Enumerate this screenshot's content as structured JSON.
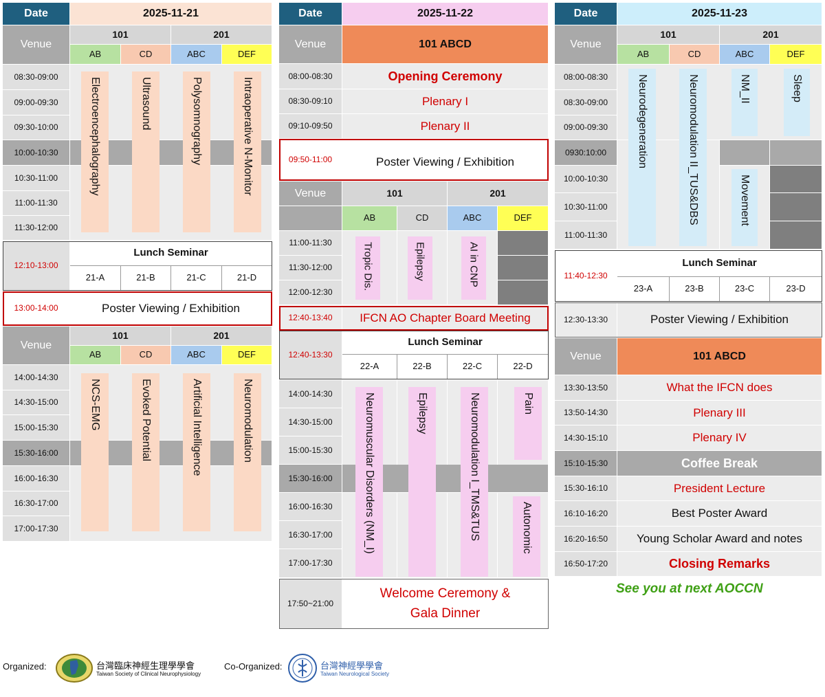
{
  "common": {
    "date_label": "Date",
    "venue_label": "Venue",
    "lunch_label": "Lunch Seminar",
    "poster_label": "Poster Viewing / Exhibition",
    "room101": "101",
    "room201": "201",
    "ab": "AB",
    "cd": "CD",
    "abc": "ABC",
    "def": "DEF",
    "hall": "101 ABCD"
  },
  "colors": {
    "header": "#1f5f7f",
    "day1": "#fbe3d4",
    "day2": "#f6cdef",
    "day3": "#cdeefb",
    "ab": "#b7e1a1",
    "cd": "#f8c9b0",
    "abc": "#a9cbee",
    "def": "#ffff55",
    "hall": "#ef8a58",
    "red": "#d00000"
  },
  "day1": {
    "date": "2025-11-21",
    "times_am": [
      "08:30-09:00",
      "09:00-09:30",
      "09:30-10:00",
      "10:00-10:30",
      "10:30-11:00",
      "11:00-11:30",
      "11:30-12:00"
    ],
    "sessions_am": [
      "Electroencephalography",
      "Ultrasound",
      "Polysomnography",
      "Intraoperative N-Monitor"
    ],
    "lunch_time": "12:10-13:00",
    "lunch_codes": [
      "21-A",
      "21-B",
      "21-C",
      "21-D"
    ],
    "poster_time": "13:00-14:00",
    "times_pm": [
      "14:00-14:30",
      "14:30-15:00",
      "15:00-15:30",
      "15:30-16:00",
      "16:00-16:30",
      "16:30-17:00",
      "17:00-17:30"
    ],
    "sessions_pm": [
      "NCS-EMG",
      "Evoked Potential",
      "Artificial Intelligence",
      "Neuromodulation"
    ]
  },
  "day2": {
    "date": "2025-11-22",
    "times_top": [
      "08:00-08:30",
      "08:30-09:10",
      "09:10-09:50"
    ],
    "events_top": [
      "Opening Ceremony",
      "Plenary I",
      "Plenary II"
    ],
    "poster_time": "09:50-11:00",
    "times_mid": [
      "11:00-11:30",
      "11:30-12:00",
      "12:00-12:30"
    ],
    "sessions_mid": [
      "Tropic Dis.",
      "Epilepsy",
      "AI in CNP"
    ],
    "ifcn_time": "12:40-13:40",
    "ifcn_label": "IFCN AO Chapter Board Meeting",
    "lunch_time": "12:40-13:30",
    "lunch_codes": [
      "22-A",
      "22-B",
      "22-C",
      "22-D"
    ],
    "times_pm": [
      "14:00-14:30",
      "14:30-15:00",
      "15:00-15:30",
      "15:30-16:00",
      "16:00-16:30",
      "16:30-17:00",
      "17:00-17:30"
    ],
    "sessions_pm": [
      "Neuromuscular Disorders (NM_I)",
      "Epilepsy",
      "Neuromodulation I_TMS&TUS",
      "Pain",
      "Autonomic"
    ],
    "gala_time": "17:50~21:00",
    "gala_line1": "Welcome Ceremony &",
    "gala_line2": "Gala Dinner"
  },
  "day3": {
    "date": "2025-11-23",
    "times_am": [
      "08:00-08:30",
      "08:30-09:00",
      "09:00-09:30",
      "0930:10:00",
      "10:00-10:30",
      "10:30-11:00",
      "11:00-11:30"
    ],
    "sessions_am": [
      "Neurodegeneration",
      "Neuromodulation II_TUS&DBS",
      "NM_II",
      "Sleep",
      "Movement"
    ],
    "lunch_time": "11:40-12:30",
    "lunch_codes": [
      "23-A",
      "23-B",
      "23-C",
      "23-D"
    ],
    "poster_time": "12:30-13:30",
    "times_pm": [
      "13:30-13:50",
      "13:50-14:30",
      "14:30-15:10",
      "15:10-15:30",
      "15:30-16:10",
      "16:10-16:20",
      "16:20-16:50",
      "16:50-17:20"
    ],
    "events_pm": [
      "What the IFCN does",
      "Plenary III",
      "Plenary IV",
      "Coffee Break",
      "President Lecture",
      "Best Poster Award",
      "Young Scholar Award and notes",
      "Closing Remarks"
    ],
    "farewell": "See you at next AOCCN"
  },
  "footer": {
    "organized_label": "Organized:",
    "org_cn": "台灣臨床神經生理學學會",
    "org_en": "Taiwan Society of Clinical Neurophysiology",
    "coorganized_label": "Co-Organized:",
    "coorg_cn": "台灣神經學學會",
    "coorg_en": "Taiwan Neurological Society"
  }
}
